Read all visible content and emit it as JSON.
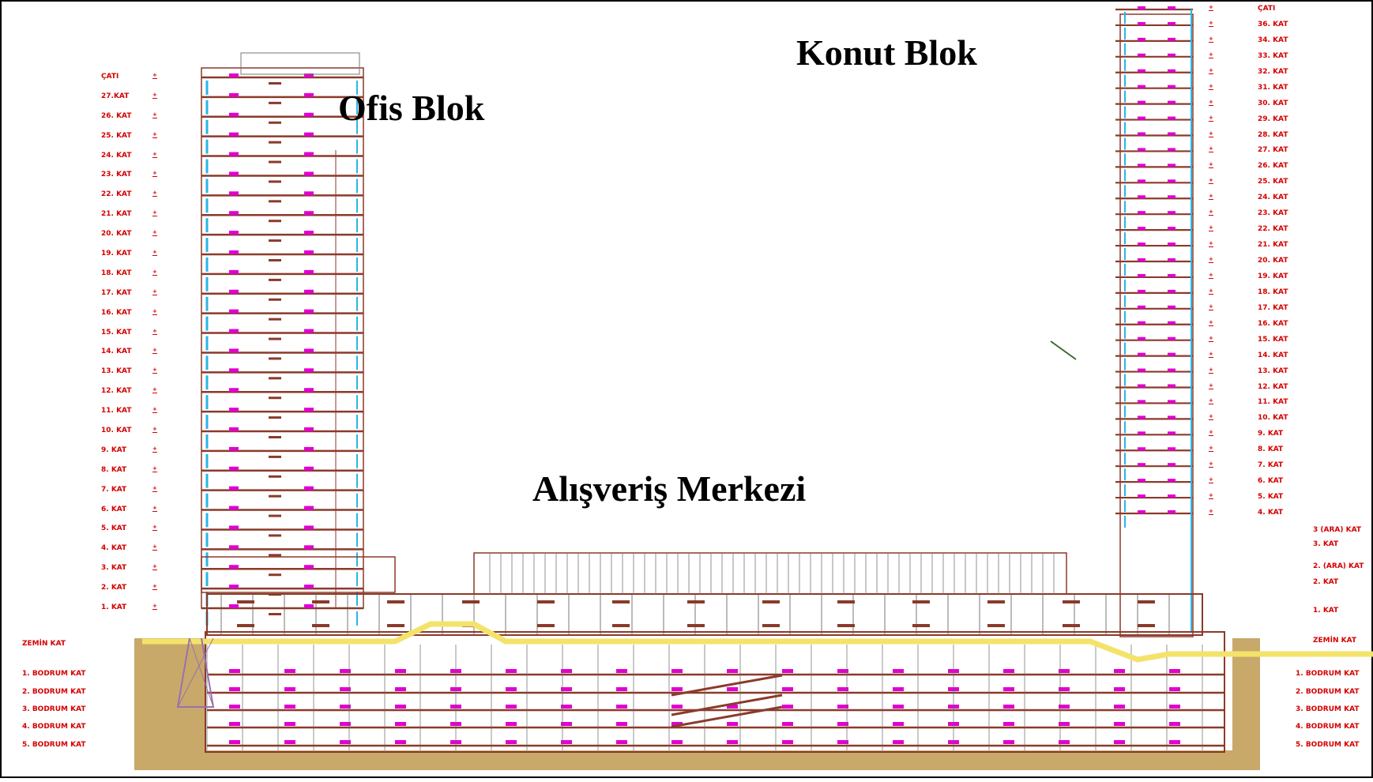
{
  "titles": {
    "office": "Ofis Blok",
    "residential": "Konut Blok",
    "mall": "Alışveriş Merkezi"
  },
  "office_levels": [
    "ÇATI",
    "27.KAT",
    "26. KAT",
    "25. KAT",
    "24. KAT",
    "23. KAT",
    "22. KAT",
    "21. KAT",
    "20. KAT",
    "19. KAT",
    "18. KAT",
    "17. KAT",
    "16. KAT",
    "15. KAT",
    "14. KAT",
    "13. KAT",
    "12. KAT",
    "11. KAT",
    "10. KAT",
    "9. KAT",
    "8. KAT",
    "7. KAT",
    "6. KAT",
    "5. KAT",
    "4. KAT",
    "3. KAT",
    "2. KAT",
    "1. KAT"
  ],
  "residential_levels": [
    "ÇATI",
    "36. KAT",
    "34. KAT",
    "33. KAT",
    "32. KAT",
    "31. KAT",
    "30. KAT",
    "29. KAT",
    "28. KAT",
    "27. KAT",
    "26. KAT",
    "25. KAT",
    "24. KAT",
    "23. KAT",
    "22. KAT",
    "21. KAT",
    "20. KAT",
    "19. KAT",
    "18. KAT",
    "17. KAT",
    "16. KAT",
    "15. KAT",
    "14. KAT",
    "13. KAT",
    "12. KAT",
    "11. KAT",
    "10. KAT",
    "9. KAT",
    "8. KAT",
    "7. KAT",
    "6. KAT",
    "5. KAT",
    "4. KAT"
  ],
  "podium_levels_right": [
    "3 (ARA) KAT",
    "3. KAT",
    "2. (ARA) KAT",
    "2. KAT",
    "1. KAT",
    "ZEMİN KAT"
  ],
  "basement_left": [
    "ZEMİN KAT",
    "1. BODRUM KAT",
    "2. BODRUM KAT",
    "3. BODRUM KAT",
    "4. BODRUM KAT",
    "5. BODRUM KAT"
  ],
  "basement_right": [
    "1. BODRUM KAT",
    "2. BODRUM KAT",
    "3. BODRUM KAT",
    "4. BODRUM KAT",
    "5. BODRUM KAT"
  ],
  "colors": {
    "structure": "#8b3a2a",
    "glazing": "#29b6e8",
    "annotation": "#d40000",
    "marker": "#e000d0",
    "ground": "#c8a96a",
    "pathway": "#f3e36a"
  }
}
